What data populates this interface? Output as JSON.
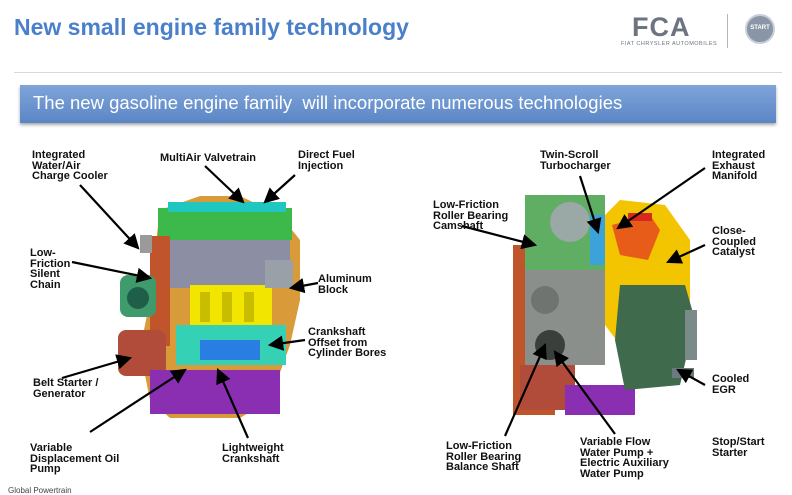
{
  "header": {
    "title": "New small engine family technology",
    "logo_text": "FCA",
    "logo_subtext": "FIAT CHRYSLER AUTOMOBILES",
    "seal_text": "START"
  },
  "banner": {
    "text": "The new gasoline engine family  will incorporate numerous technologies"
  },
  "left_labels": {
    "integrated_cooler": "Integrated\nWater/Air\nCharge Cooler",
    "multiair": "MultiAir Valvetrain",
    "direct_injection": "Direct Fuel\nInjection",
    "silent_chain": "Low-\nFriction\nSilent\nChain",
    "aluminum_block": "Aluminum\nBlock",
    "crankshaft_offset": "Crankshaft\nOffset from\nCylinder Bores",
    "belt_starter": "Belt Starter /\nGenerator",
    "oil_pump": "Variable\nDisplacement Oil\nPump",
    "lightweight_crank": "Lightweight\nCrankshaft"
  },
  "right_labels": {
    "twin_scroll": "Twin-Scroll\nTurbocharger",
    "exhaust_manifold": "Integrated\nExhaust\nManifold",
    "camshaft": "Low-Friction\nRoller Bearing\nCamshaft",
    "catalyst": "Close-\nCoupled\nCatalyst",
    "cooled_egr": "Cooled\nEGR",
    "balance_shaft": "Low-Friction\nRoller Bearing\nBalance Shaft",
    "water_pump": "Variable Flow\nWater Pump +\nElectric Auxiliary\nWater Pump",
    "stop_start": "Stop/Start\nStarter"
  },
  "footer": {
    "text": "Global Powertrain"
  }
}
